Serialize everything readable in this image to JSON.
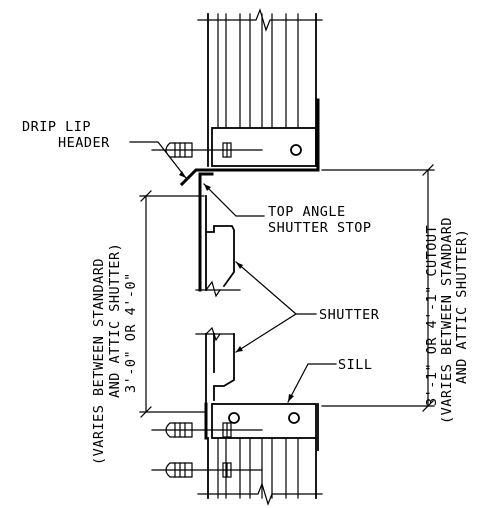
{
  "labels": {
    "drip_lip_line1": "DRIP LIP",
    "drip_lip_line2": "HEADER",
    "top_angle_line1": "TOP ANGLE",
    "top_angle_line2": "SHUTTER STOP",
    "shutter": "SHUTTER",
    "sill": "SILL"
  },
  "dimensions": {
    "left_line1": "(VARIES BETWEEN STANDARD",
    "left_line2": "AND ATTIC SHUTTER)",
    "left_line3": "3'-0\" OR 4'-0\"",
    "right_line1": "3'-1\" OR 4'-1\" CUTOUT",
    "right_line2": "(VARIES BETWEEN STANDARD",
    "right_line3": "AND ATTIC SHUTTER)"
  }
}
